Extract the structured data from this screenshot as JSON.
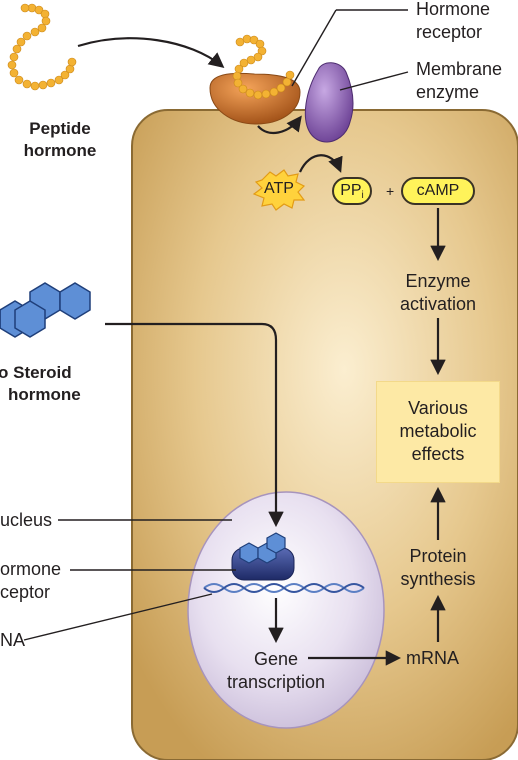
{
  "labels": {
    "hormone_receptor_top": [
      "Hormone",
      "receptor"
    ],
    "membrane_enzyme": [
      "Membrane",
      "enzyme"
    ],
    "peptide_hormone": [
      "Peptide",
      "hormone"
    ],
    "atp": "ATP",
    "ppi_main": "PP",
    "ppi_sub": "i",
    "plus": "+",
    "camp": "cAMP",
    "enzyme_activation": [
      "Enzyme",
      "activation"
    ],
    "steroid_hormone": [
      "o Steroid",
      "hormone"
    ],
    "various_effects": [
      "Various",
      "metabolic",
      "effects"
    ],
    "nucleus": "ucleus",
    "hormone_receptor_left": [
      "ormone",
      "ceptor"
    ],
    "dna": "NA",
    "protein_synthesis": [
      "Protein",
      "synthesis"
    ],
    "gene_transcription": [
      "Gene",
      "transcription"
    ],
    "mrna": "mRNA"
  },
  "colors": {
    "cell_fill": "#d8b778",
    "cell_border": "#8a6a33",
    "nucleus_fill": "#e3d9ec",
    "steroid_fill": "#5e8fd6",
    "peptide_beads": "#f3b233",
    "receptor_orange": "#d97b2a",
    "enzyme_purple": "#8a62b0",
    "effects_box": "#fde9a5",
    "atp_burst": "#ffd23c"
  }
}
